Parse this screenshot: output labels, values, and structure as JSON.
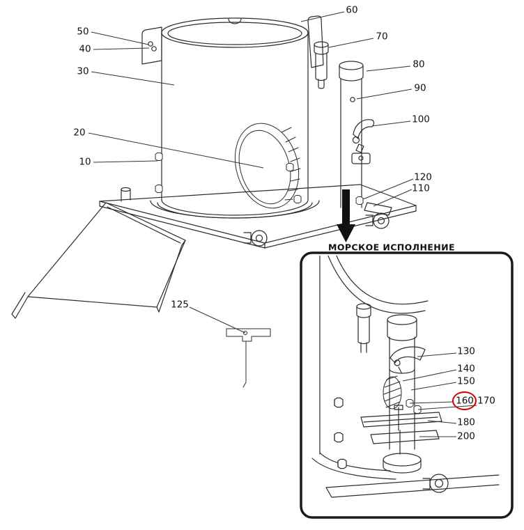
{
  "diagram": {
    "inset": {
      "title": "МОРСКОЕ ИСПОЛНЕНИЕ"
    },
    "colors": {
      "line": "#2b2b2b",
      "leader_line": "#333333",
      "highlight_ring": "#d40000",
      "arrow_fill": "#111111",
      "background": "#ffffff"
    },
    "main_callouts": [
      {
        "label": "50"
      },
      {
        "label": "40"
      },
      {
        "label": "30"
      },
      {
        "label": "20"
      },
      {
        "label": "10"
      },
      {
        "label": "60"
      },
      {
        "label": "70"
      },
      {
        "label": "80"
      },
      {
        "label": "90"
      },
      {
        "label": "100"
      },
      {
        "label": "120"
      },
      {
        "label": "110"
      },
      {
        "label": "125"
      }
    ],
    "inset_callouts": [
      {
        "label": "130"
      },
      {
        "label": "140"
      },
      {
        "label": "150"
      },
      {
        "label": "160",
        "highlighted": true
      },
      {
        "label": "170"
      },
      {
        "label": "180"
      },
      {
        "label": "200"
      }
    ]
  }
}
